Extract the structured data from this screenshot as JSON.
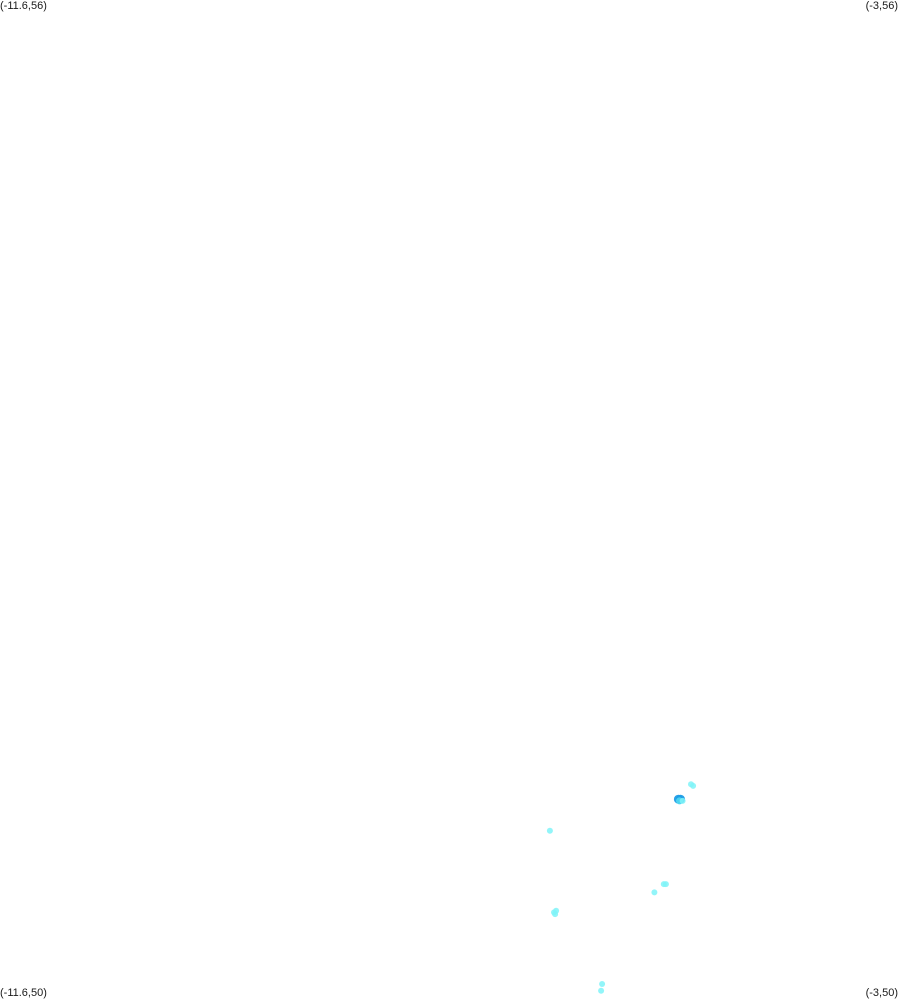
{
  "corners": {
    "top_left": "(-11.6,56)",
    "top_right": "(-3,56)",
    "bottom_left": "(-11.6,50)",
    "bottom_right": "(-3,50)"
  },
  "bounds": {
    "lon_min": -11.6,
    "lon_max": -3,
    "lat_min": 50,
    "lat_max": 56
  },
  "colors": {
    "background": "#ffffff",
    "light_point": "#7ff3f8",
    "mid_point": "#4fd6f0",
    "dense_point": "#1e9de6"
  },
  "points": [
    {
      "lon": -4.99,
      "lat": 51.29,
      "intensity": "light"
    },
    {
      "lon": -4.97,
      "lat": 51.28,
      "intensity": "light"
    },
    {
      "lon": -5.11,
      "lat": 51.2,
      "intensity": "dense"
    },
    {
      "lon": -5.09,
      "lat": 51.2,
      "intensity": "dense"
    },
    {
      "lon": -5.1,
      "lat": 51.19,
      "intensity": "mid"
    },
    {
      "lon": -5.07,
      "lat": 51.19,
      "intensity": "light"
    },
    {
      "lon": -6.34,
      "lat": 51.01,
      "intensity": "light"
    },
    {
      "lon": -5.25,
      "lat": 50.69,
      "intensity": "light"
    },
    {
      "lon": -5.23,
      "lat": 50.69,
      "intensity": "light"
    },
    {
      "lon": -5.34,
      "lat": 50.64,
      "intensity": "light"
    },
    {
      "lon": -6.3,
      "lat": 50.52,
      "intensity": "light"
    },
    {
      "lon": -6.28,
      "lat": 50.53,
      "intensity": "light"
    },
    {
      "lon": -6.29,
      "lat": 50.51,
      "intensity": "light"
    },
    {
      "lon": -5.84,
      "lat": 50.09,
      "intensity": "light"
    },
    {
      "lon": -5.85,
      "lat": 50.05,
      "intensity": "light"
    }
  ]
}
